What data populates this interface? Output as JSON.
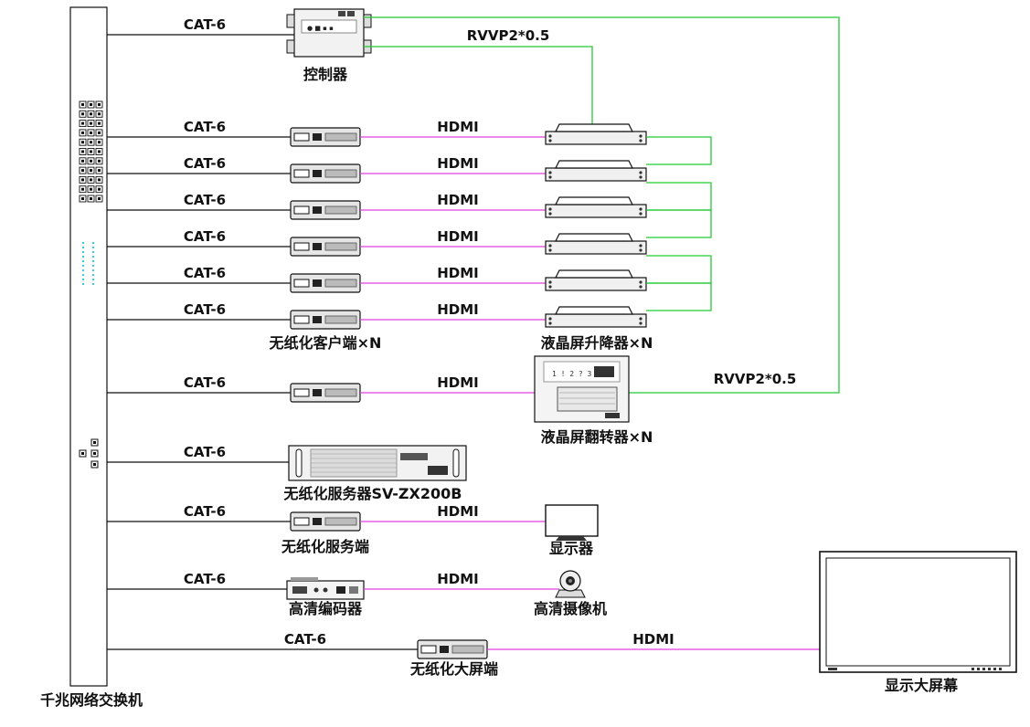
{
  "switch": {
    "label": "千兆网络交换机"
  },
  "controller": {
    "label": "控制器",
    "rvvp_top": "RVVP2*0.5"
  },
  "cable_labels": {
    "cat6": "CAT-6",
    "hdmi": "HDMI",
    "rvvp": "RVVP2*0.5"
  },
  "client_rows": {
    "count": 6,
    "client_label": "无纸化客户端×N",
    "lift_label": "液晶屏升降器×N"
  },
  "flip_row": {
    "flip_label": "液晶屏翻转器×N"
  },
  "server": {
    "label": "无纸化服务器SV-ZX200B"
  },
  "service_terminal": {
    "label": "无纸化服务端",
    "monitor_label": "显示器"
  },
  "encoder": {
    "label": "高清编码器",
    "camera_label": "高清摄像机"
  },
  "bigscreen_terminal": {
    "label": "无纸化大屏端",
    "display_label": "显示大屏幕"
  },
  "colors": {
    "hdmi": "#e040e0",
    "rvvp": "#22cc33",
    "cat6": "#111111"
  }
}
